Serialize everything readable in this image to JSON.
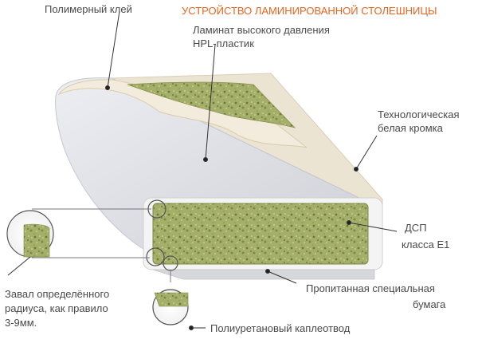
{
  "title": "УСТРОЙСТВО ЛАМИНИРОВАННОЙ СТОЛЕШНИЦЫ",
  "colors": {
    "title": "#e8641c",
    "chipboard": "#a4b06a",
    "laminate": "#dfe0e6",
    "edge": "#efe6d2",
    "leader": "#333333"
  },
  "labels": {
    "polymer_glue": "Полимерный клей",
    "laminate_line1": "Ламинат высокого давления",
    "laminate_line2": "HPL-пластик",
    "edge_line1": "Технологическая",
    "edge_line2": "белая кромка",
    "chipboard_line1": "ДСП",
    "chipboard_line2": "класса Е1",
    "paper_line1": "Пропитанная специальная",
    "paper_line2": "бумага",
    "radius_line1": "Завал определённого",
    "radius_line2": "радиуса, как правило",
    "radius_line3": "3-9мм.",
    "drip": "Полиуретановый каплеотвод"
  }
}
